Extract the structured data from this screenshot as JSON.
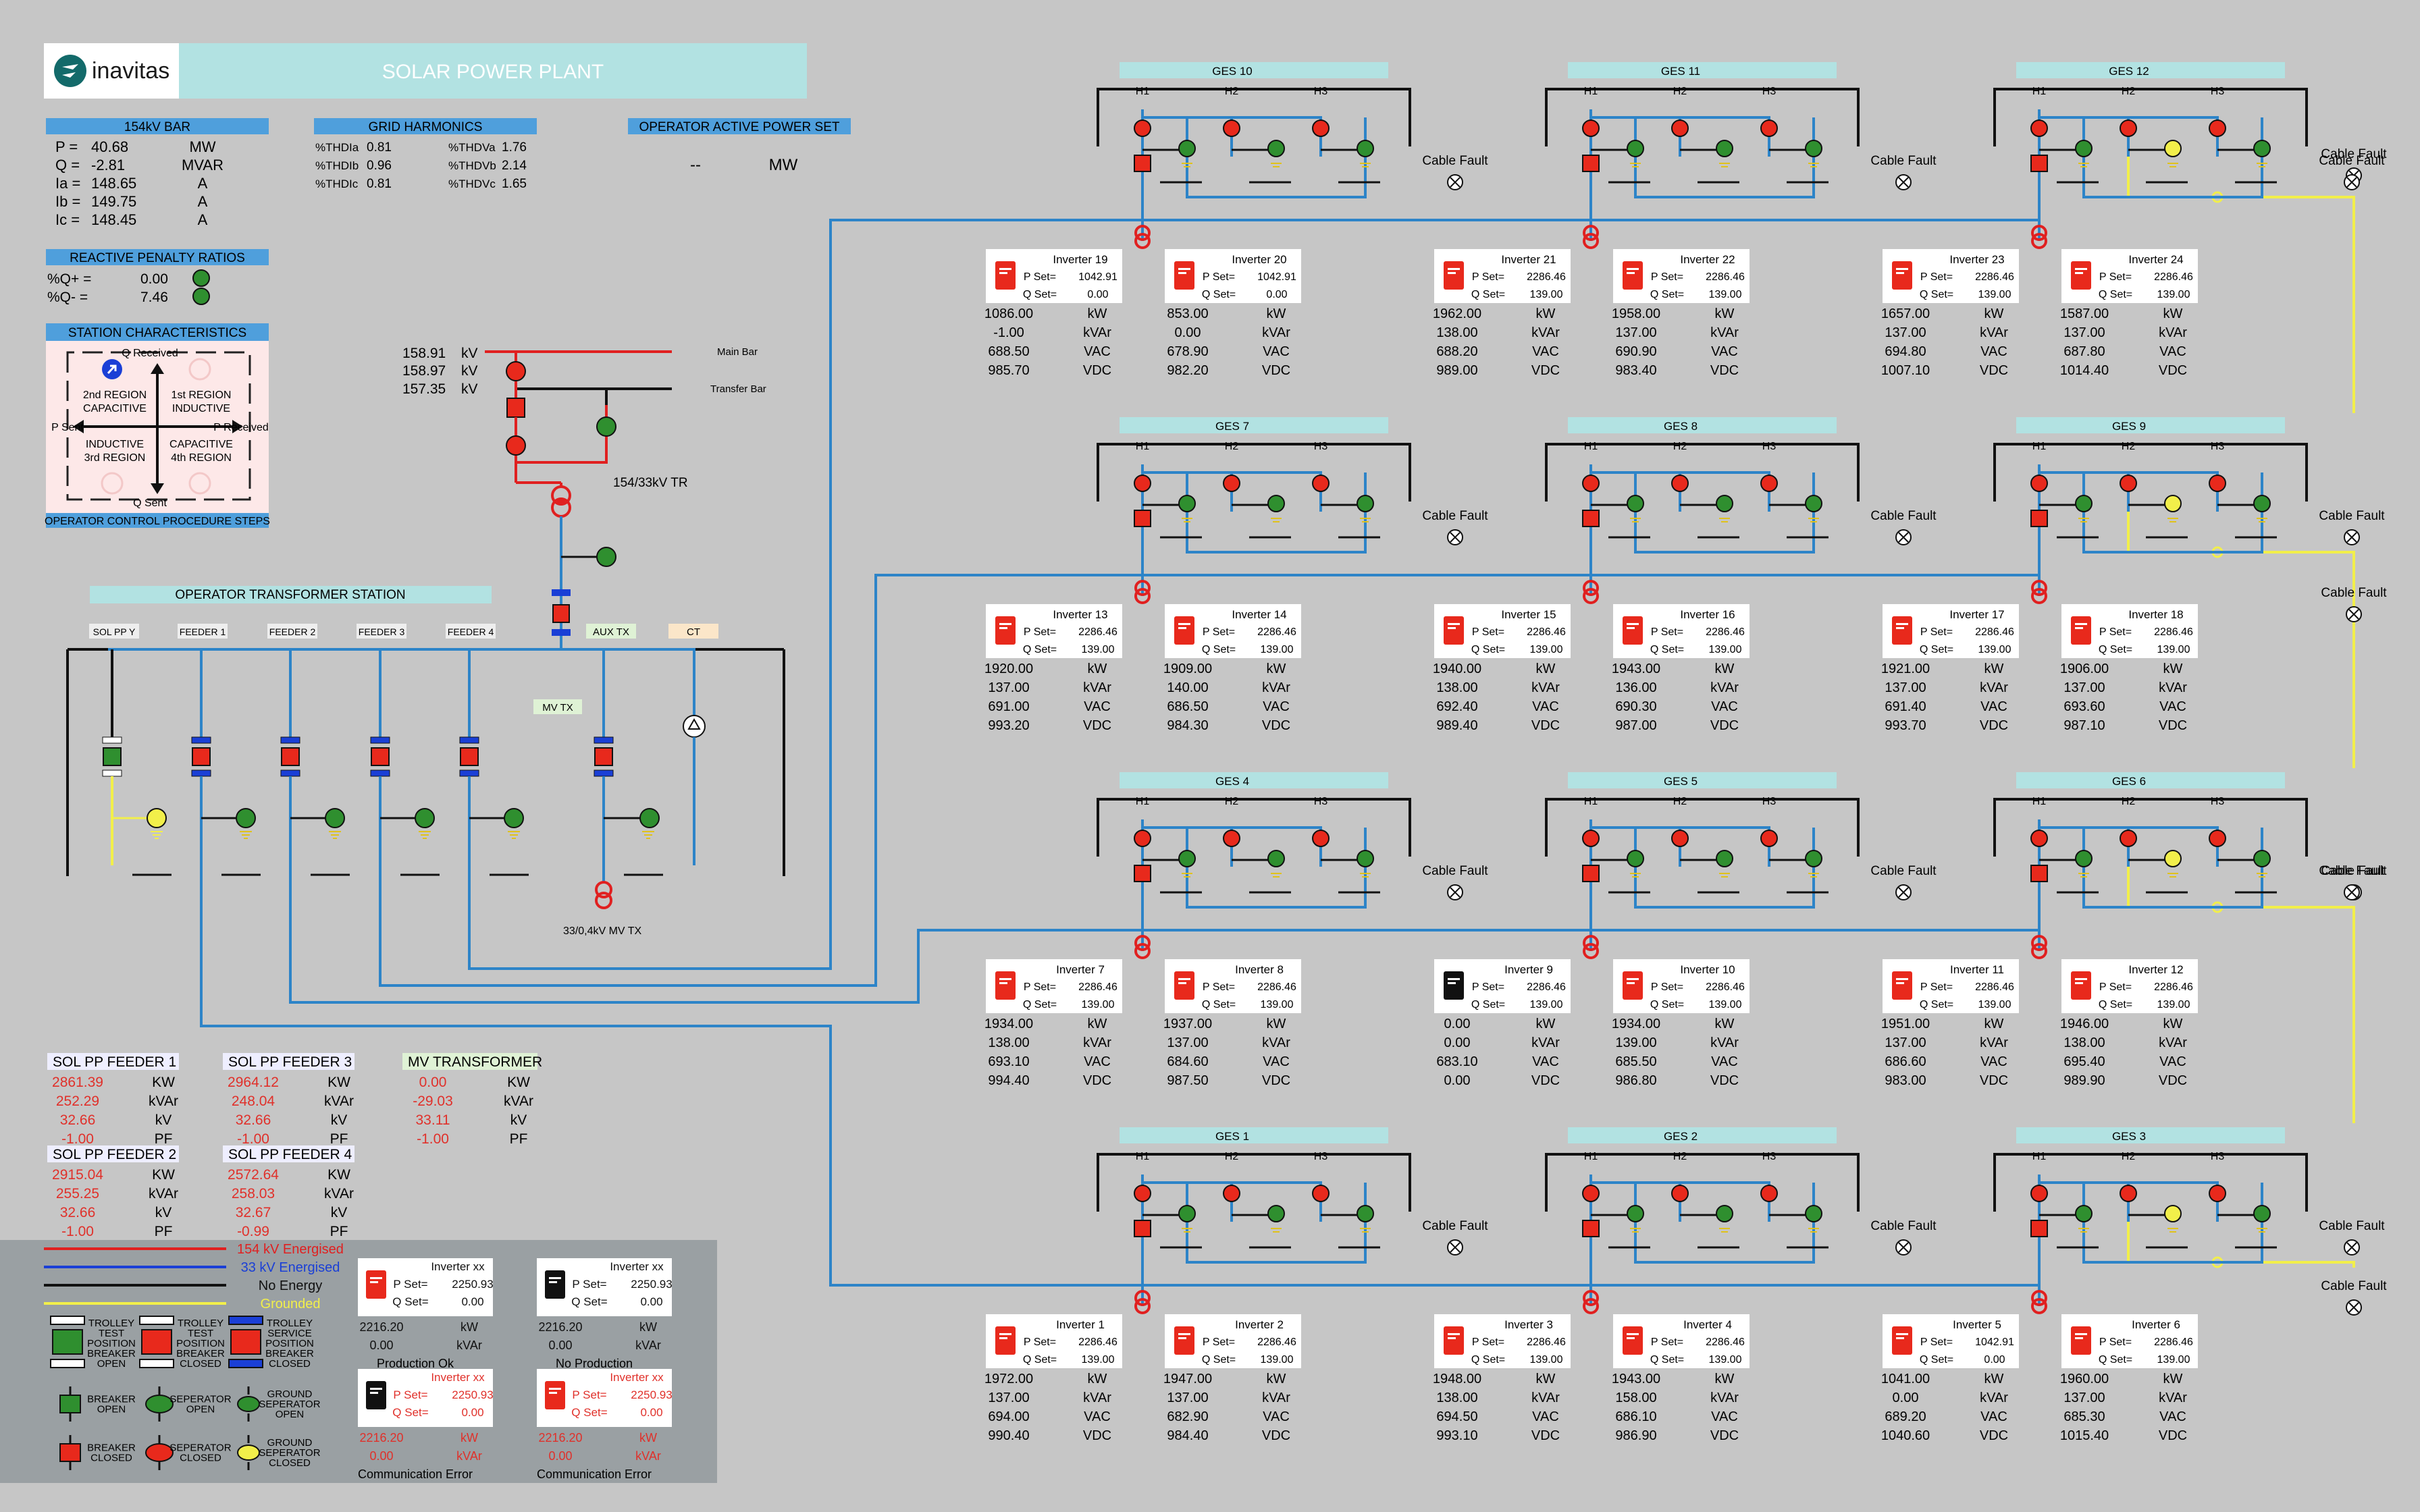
{
  "header": {
    "brand": "inavitas",
    "title": "SOLAR POWER PLANT"
  },
  "bar154": {
    "title": "154kV BAR",
    "rows": [
      {
        "label": "P =",
        "value": "40.68",
        "unit": "MW"
      },
      {
        "label": "Q =",
        "value": "-2.81",
        "unit": "MVAR"
      },
      {
        "label": "Ia =",
        "value": "148.65",
        "unit": "A"
      },
      {
        "label": "Ib =",
        "value": "149.75",
        "unit": "A"
      },
      {
        "label": "Ic =",
        "value": "148.45",
        "unit": "A"
      }
    ]
  },
  "harmonics": {
    "title": "GRID HARMONICS",
    "rows": [
      {
        "l1": "%THDIa",
        "v1": "0.81",
        "l2": "%THDVa",
        "v2": "1.76"
      },
      {
        "l1": "%THDIb",
        "v1": "0.96",
        "l2": "%THDVb",
        "v2": "2.14"
      },
      {
        "l1": "%THDIc",
        "v1": "0.81",
        "l2": "%THDVc",
        "v2": "1.65"
      }
    ]
  },
  "active_power_set": {
    "title": "OPERATOR ACTIVE POWER SET",
    "value": "--",
    "unit": "MW"
  },
  "reactive": {
    "title": "REACTIVE PENALTY RATIOS",
    "rows": [
      {
        "label": "%Q+ =",
        "value": "0.00"
      },
      {
        "label": "%Q- =",
        "value": "7.46"
      }
    ]
  },
  "station": {
    "title": "STATION CHARACTERISTICS",
    "q_received": "Q Received",
    "q_sent": "Q Sent",
    "p_sent": "P Sent",
    "p_received": "P Received",
    "r2a": "2nd REGION",
    "r2b": "CAPACITIVE",
    "r1a": "1st REGION",
    "r1b": "INDUCTIVE",
    "r3a": "INDUCTIVE",
    "r3b": "3rd REGION",
    "r4a": "CAPACITIVE",
    "r4b": "4th REGION",
    "footer": "OPERATOR CONTROL PROCEDURE STEPS"
  },
  "substation": {
    "kv": [
      "158.91",
      "158.97",
      "157.35"
    ],
    "kv_unit": "kV",
    "main_bar": "Main Bar",
    "transfer_bar": "Transfer Bar",
    "tr_label": "154/33kV TR",
    "ots_title": "OPERATOR TRANSFORMER STATION",
    "feeders": [
      "SOL PP Y",
      "FEEDER 1",
      "FEEDER 2",
      "FEEDER 3",
      "FEEDER 4"
    ],
    "aux": "AUX TX",
    "ct": "CT",
    "mvtx": "MV TX",
    "mvtx_label": "33/0,4kV MV TX"
  },
  "feeder_stats": [
    {
      "title": "SOL PP FEEDER 1",
      "values": [
        "2861.39",
        "252.29",
        "32.66",
        "-1.00"
      ],
      "units": [
        "KW",
        "kVAr",
        "kV",
        "PF"
      ]
    },
    {
      "title": "SOL PP FEEDER 3",
      "values": [
        "2964.12",
        "248.04",
        "32.66",
        "-1.00"
      ],
      "units": [
        "KW",
        "kVAr",
        "kV",
        "PF"
      ]
    },
    {
      "title": "MV TRANSFORMER",
      "values": [
        "0.00",
        "-29.03",
        "33.11",
        "-1.00"
      ],
      "units": [
        "KW",
        "kVAr",
        "kV",
        "PF"
      ]
    },
    {
      "title": "SOL PP FEEDER 2",
      "values": [
        "2915.04",
        "255.25",
        "32.66",
        "-1.00"
      ],
      "units": [
        "KW",
        "kVAr",
        "kV",
        "PF"
      ]
    },
    {
      "title": "SOL PP FEEDER 4",
      "values": [
        "2572.64",
        "258.03",
        "32.67",
        "-0.99"
      ],
      "units": [
        "KW",
        "kVAr",
        "kV",
        "PF"
      ]
    }
  ],
  "legend": {
    "lines": [
      {
        "label": "154 kV Energised",
        "color": "#e02020"
      },
      {
        "label": "33 kV Energised",
        "color": "#1a3fd6"
      },
      {
        "label": "No Energy",
        "color": "#111111"
      },
      {
        "label": "Grounded",
        "color": "#f2ef4a"
      }
    ],
    "trolleys": [
      [
        "TROLLEY",
        "TEST",
        "POSITION",
        "BREAKER",
        "OPEN"
      ],
      [
        "TROLLEY",
        "TEST",
        "POSITION",
        "BREAKER",
        "CLOSED"
      ],
      [
        "TROLLEY",
        "SERVICE",
        "POSITION",
        "BREAKER",
        "CLOSED"
      ]
    ],
    "items": [
      [
        "BREAKER",
        "OPEN"
      ],
      [
        "SEPERATOR",
        "OPEN"
      ],
      [
        "GROUND",
        "SEPERATOR",
        "OPEN"
      ],
      [
        "BREAKER",
        "CLOSED"
      ],
      [
        "SEPERATOR",
        "CLOSED"
      ],
      [
        "GROUND",
        "SEPERATOR",
        "CLOSED"
      ]
    ],
    "inv_samples": [
      {
        "name": "Inverter xx",
        "pset": "2250.93",
        "qset": "0.00",
        "kw": "2216.20",
        "kvar": "0.00",
        "caption": "Production Ok",
        "icon": "red",
        "alert": false
      },
      {
        "name": "Inverter xx",
        "pset": "2250.93",
        "qset": "0.00",
        "kw": "2216.20",
        "kvar": "0.00",
        "caption": "No Production",
        "icon": "black",
        "alert": false
      },
      {
        "name": "Inverter xx",
        "pset": "2250.93",
        "qset": "0.00",
        "kw": "2216.20",
        "kvar": "0.00",
        "caption": "Communication Error",
        "icon": "black",
        "alert": true
      },
      {
        "name": "Inverter xx",
        "pset": "2250.93",
        "qset": "0.00",
        "kw": "2216.20",
        "kvar": "0.00",
        "caption": "Communication Error",
        "icon": "red",
        "alert": true
      }
    ],
    "pset_label": "P Set=",
    "qset_label": "Q Set=",
    "kw_unit": "kW",
    "kvar_unit": "kVAr"
  },
  "ges_common": {
    "h_labels": [
      "H1",
      "H2",
      "H3"
    ],
    "cable_fault": "Cable Fault",
    "pset_label": "P Set=",
    "qset_label": "Q Set=",
    "units": [
      "kW",
      "kVAr",
      "VAC",
      "VDC"
    ]
  },
  "ges": [
    {
      "name": "GES 10",
      "inverters": [
        {
          "name": "Inverter 19",
          "pset": "1042.91",
          "qset": "0.00",
          "v": [
            "1086.00",
            "-1.00",
            "688.50",
            "985.70"
          ]
        },
        {
          "name": "Inverter 20",
          "pset": "1042.91",
          "qset": "0.00",
          "v": [
            "853.00",
            "0.00",
            "678.90",
            "982.20"
          ]
        }
      ]
    },
    {
      "name": "GES 11",
      "inverters": [
        {
          "name": "Inverter 21",
          "pset": "2286.46",
          "qset": "139.00",
          "v": [
            "1962.00",
            "138.00",
            "688.20",
            "989.00"
          ]
        },
        {
          "name": "Inverter 22",
          "pset": "2286.46",
          "qset": "139.00",
          "v": [
            "1958.00",
            "137.00",
            "690.90",
            "983.40"
          ]
        }
      ]
    },
    {
      "name": "GES 12",
      "inverters": [
        {
          "name": "Inverter 23",
          "pset": "2286.46",
          "qset": "139.00",
          "v": [
            "1657.00",
            "137.00",
            "694.80",
            "1007.10"
          ]
        },
        {
          "name": "Inverter 24",
          "pset": "2286.46",
          "qset": "139.00",
          "v": [
            "1587.00",
            "137.00",
            "687.80",
            "1014.40"
          ]
        }
      ]
    },
    {
      "name": "GES 7",
      "inverters": [
        {
          "name": "Inverter 13",
          "pset": "2286.46",
          "qset": "139.00",
          "v": [
            "1920.00",
            "137.00",
            "691.00",
            "993.20"
          ]
        },
        {
          "name": "Inverter 14",
          "pset": "2286.46",
          "qset": "139.00",
          "v": [
            "1909.00",
            "140.00",
            "686.50",
            "984.30"
          ]
        }
      ]
    },
    {
      "name": "GES 8",
      "inverters": [
        {
          "name": "Inverter 15",
          "pset": "2286.46",
          "qset": "139.00",
          "v": [
            "1940.00",
            "138.00",
            "692.40",
            "989.40"
          ]
        },
        {
          "name": "Inverter 16",
          "pset": "2286.46",
          "qset": "139.00",
          "v": [
            "1943.00",
            "136.00",
            "690.30",
            "987.00"
          ]
        }
      ]
    },
    {
      "name": "GES 9",
      "inverters": [
        {
          "name": "Inverter 17",
          "pset": "2286.46",
          "qset": "139.00",
          "v": [
            "1921.00",
            "137.00",
            "691.40",
            "993.70"
          ]
        },
        {
          "name": "Inverter 18",
          "pset": "2286.46",
          "qset": "139.00",
          "v": [
            "1906.00",
            "137.00",
            "693.60",
            "987.10"
          ]
        }
      ]
    },
    {
      "name": "GES 4",
      "inverters": [
        {
          "name": "Inverter 7",
          "pset": "2286.46",
          "qset": "139.00",
          "v": [
            "1934.00",
            "138.00",
            "693.10",
            "994.40"
          ]
        },
        {
          "name": "Inverter 8",
          "pset": "2286.46",
          "qset": "139.00",
          "v": [
            "1937.00",
            "137.00",
            "684.60",
            "987.50"
          ]
        }
      ]
    },
    {
      "name": "GES 5",
      "inverters": [
        {
          "name": "Inverter 9",
          "pset": "2286.46",
          "qset": "139.00",
          "v": [
            "0.00",
            "0.00",
            "683.10",
            "0.00"
          ]
        },
        {
          "name": "Inverter 10",
          "pset": "2286.46",
          "qset": "139.00",
          "v": [
            "1934.00",
            "139.00",
            "685.50",
            "986.80"
          ]
        }
      ]
    },
    {
      "name": "GES 6",
      "inverters": [
        {
          "name": "Inverter 11",
          "pset": "2286.46",
          "qset": "139.00",
          "v": [
            "1951.00",
            "137.00",
            "686.60",
            "983.00"
          ]
        },
        {
          "name": "Inverter 12",
          "pset": "2286.46",
          "qset": "139.00",
          "v": [
            "1946.00",
            "138.00",
            "695.40",
            "989.90"
          ]
        }
      ]
    },
    {
      "name": "GES 1",
      "inverters": [
        {
          "name": "Inverter 1",
          "pset": "2286.46",
          "qset": "139.00",
          "v": [
            "1972.00",
            "137.00",
            "694.00",
            "990.40"
          ]
        },
        {
          "name": "Inverter 2",
          "pset": "2286.46",
          "qset": "139.00",
          "v": [
            "1947.00",
            "137.00",
            "682.90",
            "984.40"
          ]
        }
      ]
    },
    {
      "name": "GES 2",
      "inverters": [
        {
          "name": "Inverter 3",
          "pset": "2286.46",
          "qset": "139.00",
          "v": [
            "1948.00",
            "138.00",
            "694.50",
            "993.10"
          ]
        },
        {
          "name": "Inverter 4",
          "pset": "2286.46",
          "qset": "139.00",
          "v": [
            "1943.00",
            "158.00",
            "686.10",
            "986.90"
          ]
        }
      ]
    },
    {
      "name": "GES 3",
      "inverters": [
        {
          "name": "Inverter 5",
          "pset": "1042.91",
          "qset": "0.00",
          "v": [
            "1041.00",
            "0.00",
            "689.20",
            "1040.60"
          ]
        },
        {
          "name": "Inverter 6",
          "pset": "2286.46",
          "qset": "139.00",
          "v": [
            "1960.00",
            "137.00",
            "685.30",
            "1015.40"
          ]
        }
      ]
    }
  ],
  "colors": {
    "background": "#c6c6c6",
    "cyan": "#b2e2e2",
    "blue_header": "#4f9fdc",
    "line_blue": "#2d84c8",
    "line_red": "#e02020",
    "breaker_red": "#e8291c",
    "switch_green": "#2f8f2f",
    "grounded_yellow": "#f2ef4a"
  }
}
